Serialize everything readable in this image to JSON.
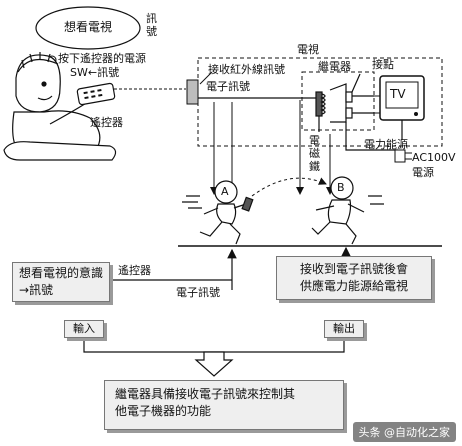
{
  "bubble": "想看電視",
  "signal_vertical": [
    "訊",
    "號"
  ],
  "press_remote": "按下遙控器的電源",
  "sw_signal": "SW←訊號",
  "remote_label": "遙控器",
  "tv_label": "電視",
  "ir_receive": "接收紅外線訊號",
  "electronic_signal": "電子訊號",
  "relay": "繼電器",
  "contact": "接點",
  "tv_screen": "TV",
  "electromagnet": [
    "電",
    "磁",
    "鐵"
  ],
  "power_source": "電力能源",
  "ac_voltage": "AC100V",
  "mains": "電源",
  "runner_a": "A",
  "runner_b": "B",
  "left_box": [
    "想看電視的意識",
    "→訊號"
  ],
  "remote_label_2": "遙控器",
  "electronic_signal_2": "電子訊號",
  "right_box": [
    "接收到電子訊號後會",
    "供應電力能源給電視"
  ],
  "input": "輸入",
  "output": "輸出",
  "summary": [
    "繼電器具備接收電子訊號來控制其",
    "他電子機器的功能"
  ],
  "watermark": "头条 @自动化之家"
}
